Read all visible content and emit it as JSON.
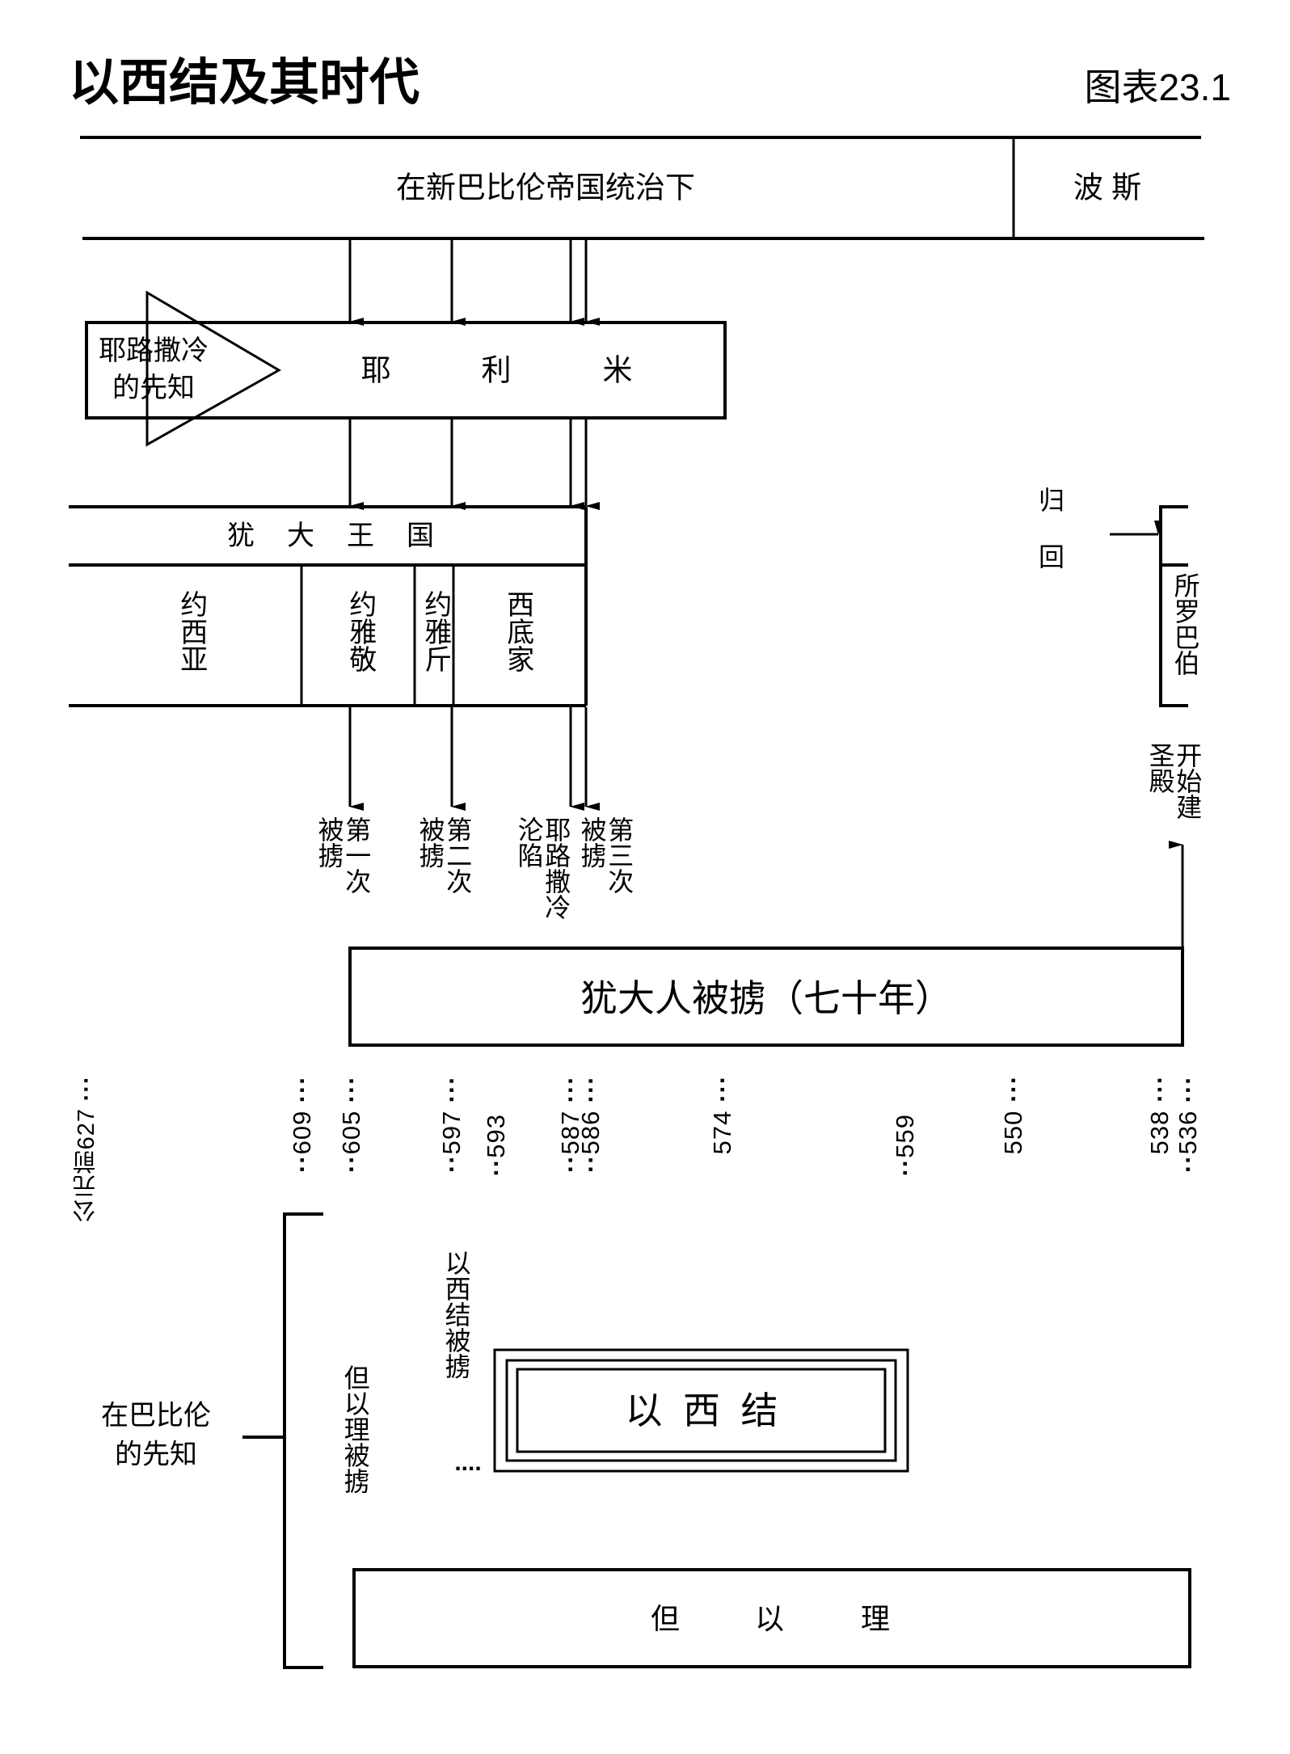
{
  "title": "以西结及其时代",
  "chart_label": "图表23.1",
  "empires": {
    "babylon": "在新巴比伦帝国统治下",
    "persia": "波 斯"
  },
  "jeremiah": {
    "prophet_label": "耶路撒冷\n的先知",
    "name": [
      "耶",
      "利",
      "米"
    ]
  },
  "judah": {
    "kingdom": [
      "犹",
      "大",
      "王",
      "国"
    ],
    "kings": [
      "约西亚",
      "约雅敬",
      "约雅斤",
      "西底家"
    ]
  },
  "deportations": {
    "first": "第一次\n被掳",
    "second": "第二次\n被掳",
    "third": "第三次\n被掳",
    "fall": "耶路撒冷\n沦陷"
  },
  "captivity": "犹大人被掳（七十年）",
  "return": {
    "label": "归\n\n回",
    "zerubbabel": "所罗巴伯",
    "temple": "开始建\n圣殿"
  },
  "timeline": {
    "prefix_date": "公元前627",
    "dates": [
      "609",
      "605",
      "597",
      "593",
      "587",
      "586",
      "574",
      "559",
      "550",
      "538",
      "536"
    ]
  },
  "babylon_prophets": {
    "label": "在巴比伦\n的先知",
    "daniel_exile": "但以理被掳",
    "ezekiel_exile": "以西结被掳",
    "ezekiel": "以  西  结",
    "daniel": [
      "但",
      "以",
      "理"
    ],
    "dots": "...."
  }
}
